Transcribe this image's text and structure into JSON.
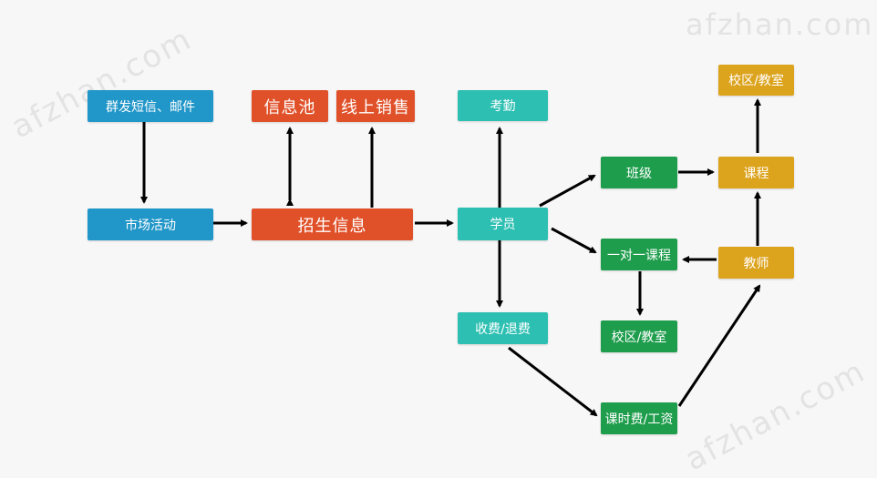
{
  "watermarks": [
    "afzhan.com",
    "afzhan.com",
    "afzhan.com"
  ],
  "nodes": {
    "sms": "群发短信、邮件",
    "market": "市场活动",
    "pool": "信息池",
    "online": "线上销售",
    "enroll": "招生信息",
    "attend": "考勤",
    "student": "学员",
    "fee": "收费/退费",
    "klass": "班级",
    "oneone": "一对一课程",
    "campus1": "校区/教室",
    "course": "课程",
    "campus2": "校区/教室",
    "teacher": "教师",
    "salary": "课时费/工资"
  },
  "colors": {
    "blue": "#2196c8",
    "orange": "#e0512a",
    "teal": "#2dbfb2",
    "green": "#1e9d4c",
    "gold": "#dca31d",
    "arrow": "#000000"
  }
}
